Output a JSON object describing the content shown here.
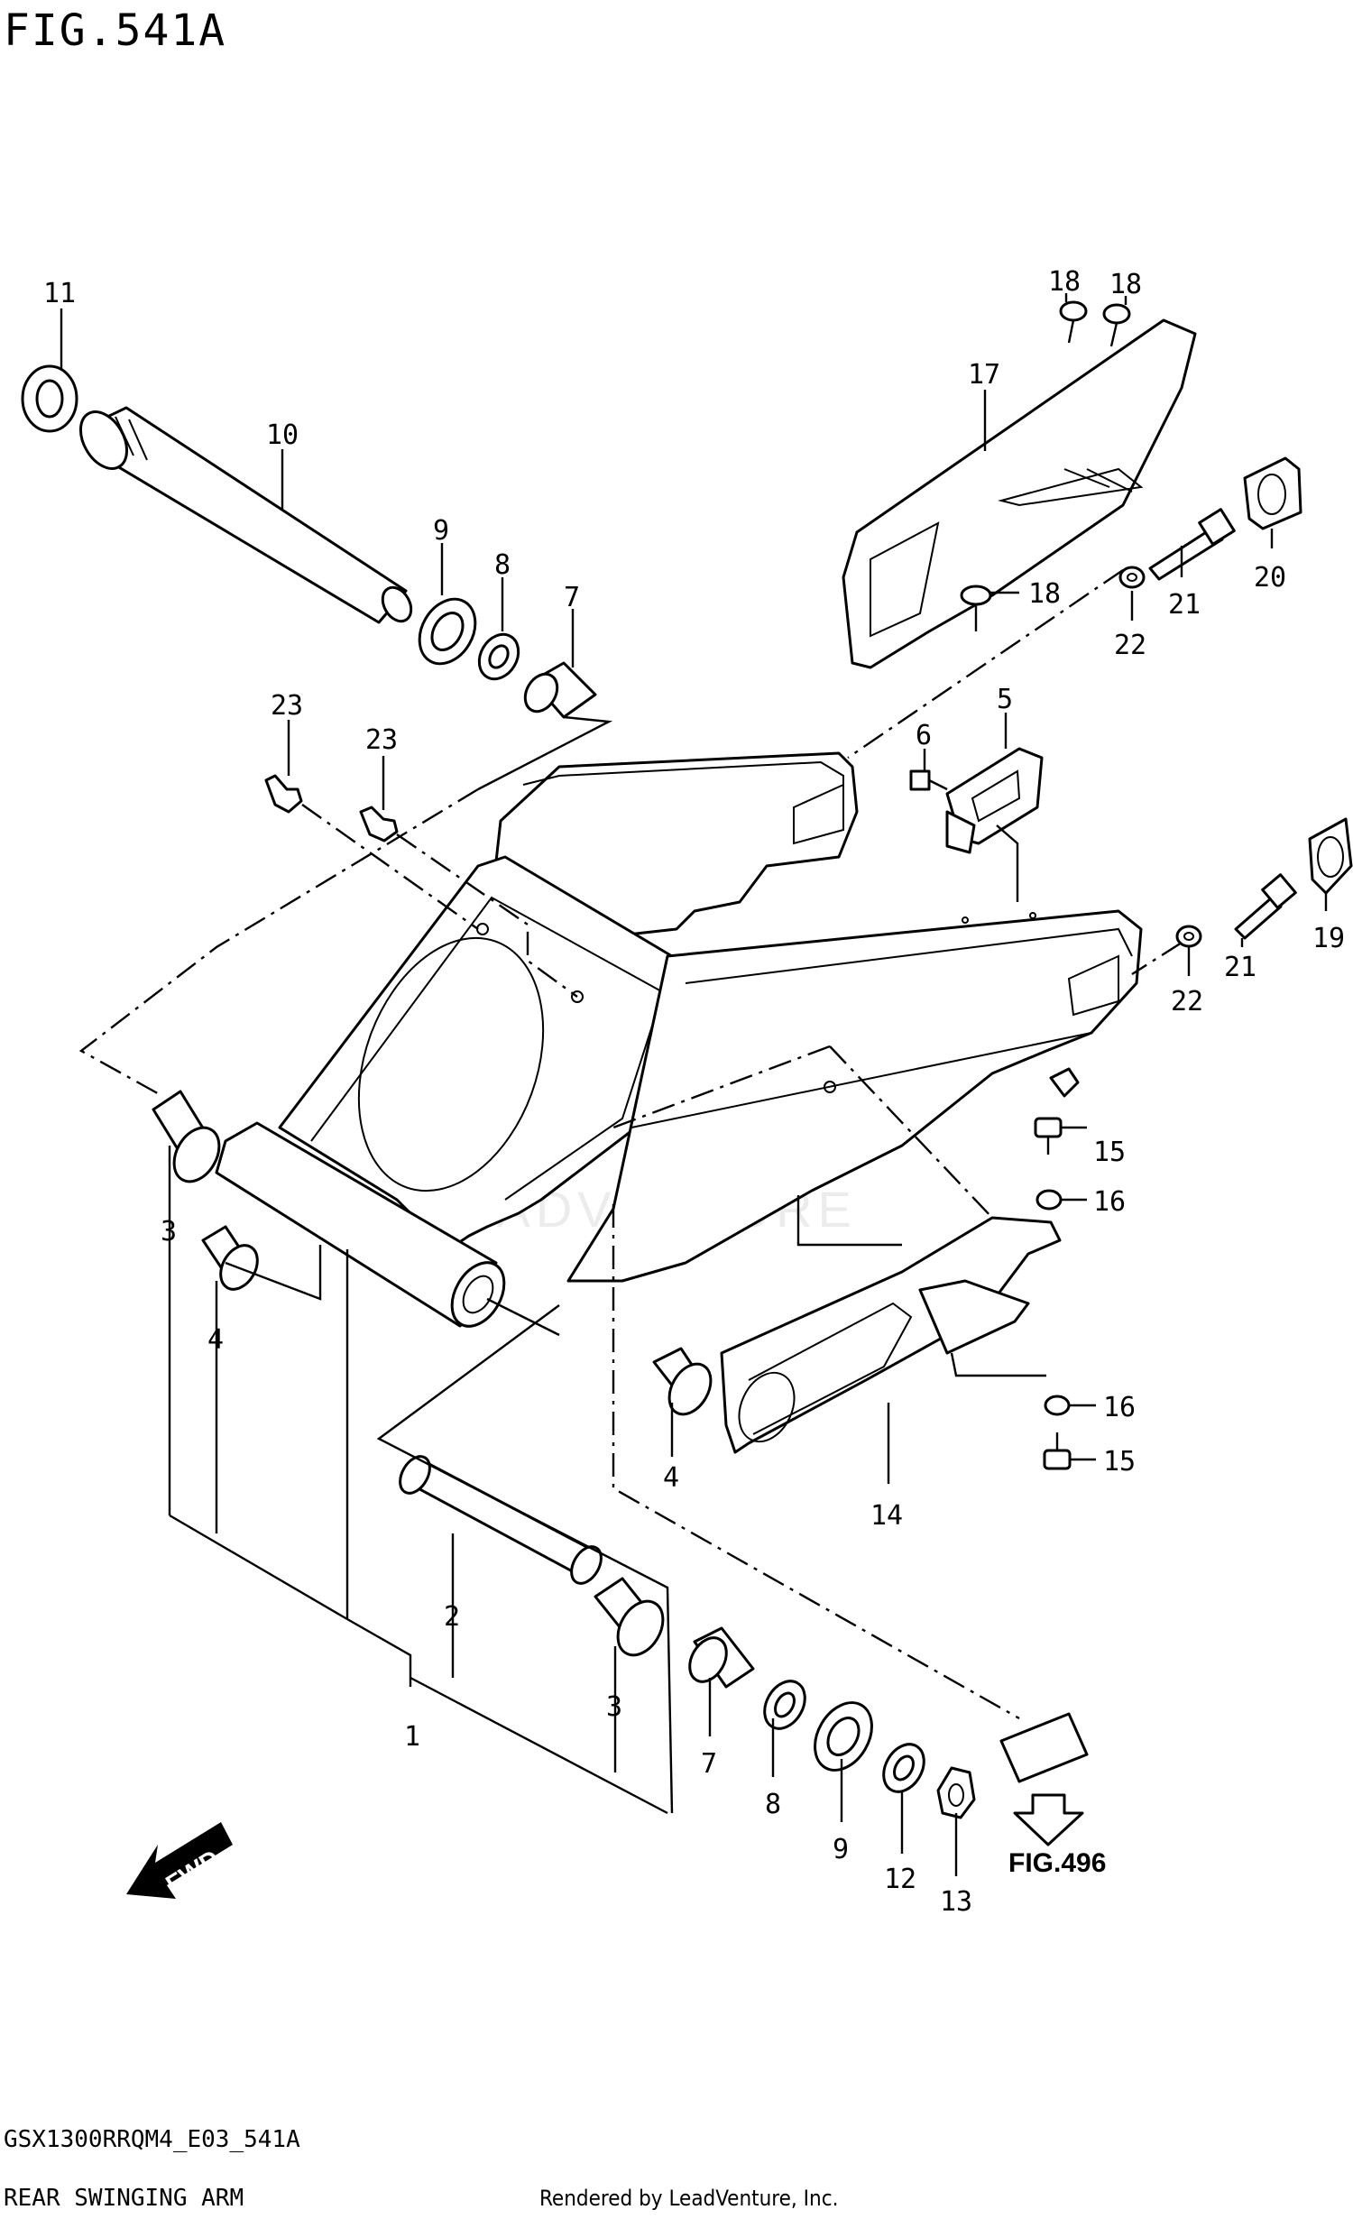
{
  "title": "FIG.541A",
  "model_code": "GSX1300RRQM4_E03_541A",
  "caption": "REAR SWINGING ARM",
  "rendered_by": "Rendered by LeadVenture, Inc.",
  "watermark": "LEADVENTURE",
  "fwd_label": "FWD",
  "ref_figure": "FIG.496",
  "callouts": [
    "11",
    "10",
    "9",
    "8",
    "7",
    "23",
    "23",
    "18",
    "18",
    "17",
    "18",
    "20",
    "21",
    "22",
    "5",
    "6",
    "19",
    "21",
    "22",
    "15",
    "16",
    "3",
    "4",
    "16",
    "15",
    "4",
    "14",
    "2",
    "3",
    "1",
    "7",
    "8",
    "9",
    "12",
    "13"
  ]
}
